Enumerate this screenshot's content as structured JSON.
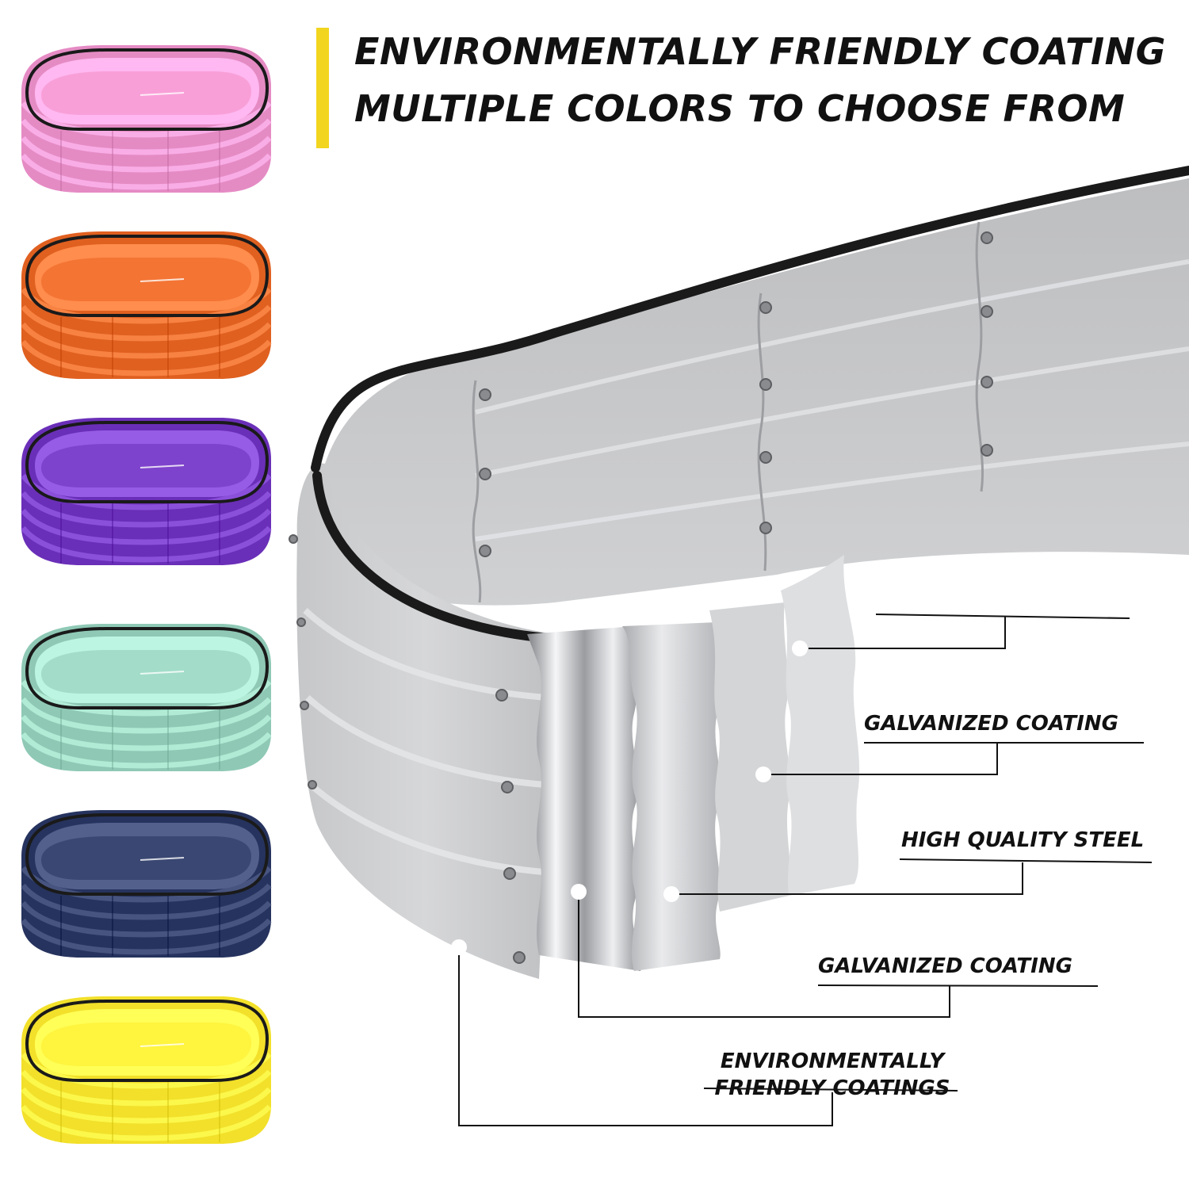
{
  "headline": {
    "line1": "ENVIRONMENTALLY FRIENDLY COATING",
    "line2": "MULTIPLE COLORS TO CHOOSE FROM",
    "accent_color": "#f2d51f"
  },
  "color_options": [
    {
      "name": "pink",
      "color": "#e58bc4"
    },
    {
      "name": "orange",
      "color": "#e06020"
    },
    {
      "name": "purple",
      "color": "#6a2fb8"
    },
    {
      "name": "sage",
      "color": "#8fc9b5"
    },
    {
      "name": "navy",
      "color": "#26335e"
    },
    {
      "name": "yellow",
      "color": "#f2e02a"
    }
  ],
  "layers": {
    "galvanized_top": "GALVANIZED COATING",
    "steel": "HIGH QUALITY STEEL",
    "galvanized_bottom": "GALVANIZED COATING",
    "eco_line1": "ENVIRONMENTALLY",
    "eco_line2": "FRIENDLY COATINGS"
  },
  "colors": {
    "steel_light": "#cfcfd1",
    "steel_mid": "#b7b8ba",
    "rim": "#1a1a1a",
    "chrome": "#e6e7e9"
  }
}
